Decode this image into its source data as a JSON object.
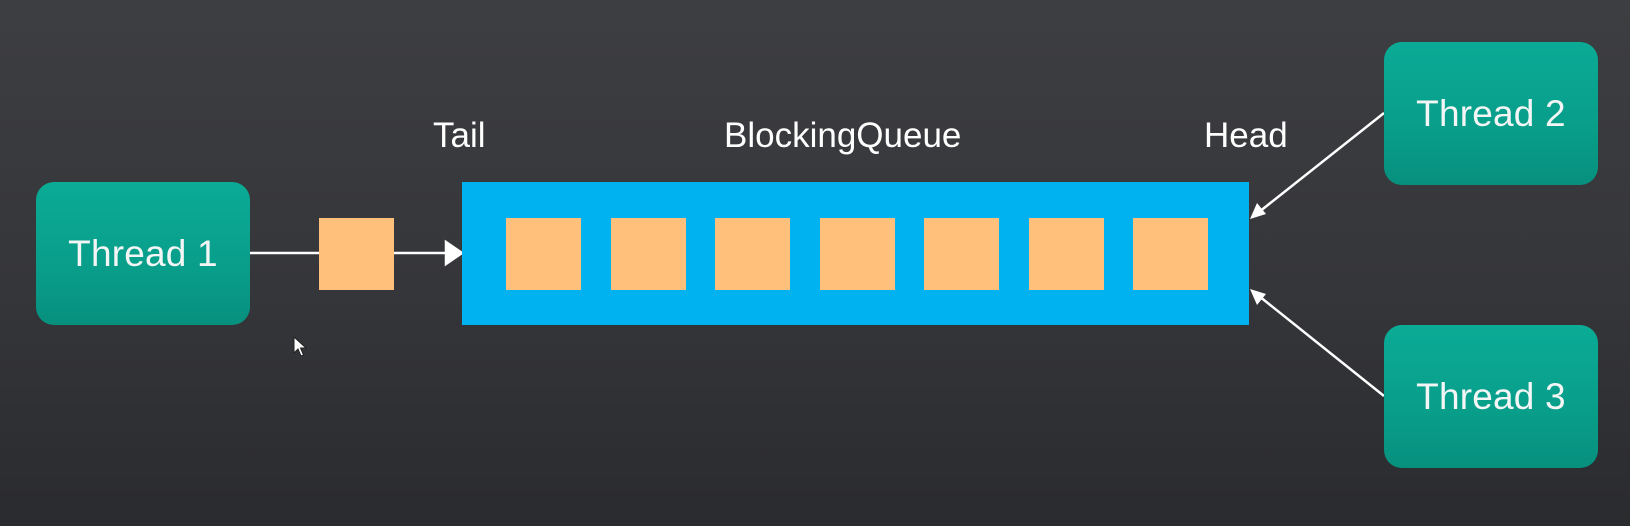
{
  "diagram": {
    "threads": {
      "producer": "Thread 1",
      "consumer_top": "Thread 2",
      "consumer_bottom": "Thread 3"
    },
    "labels": {
      "tail": "Tail",
      "queue": "BlockingQueue",
      "head": "Head"
    },
    "queue_item_count": 7,
    "incoming_item_count": 1,
    "colors": {
      "background": "#3a3b3e",
      "thread_box": "#09a58f",
      "queue": "#00b2ef",
      "item": "#fec07a",
      "arrow": "#ffffff",
      "text": "#ffffff"
    }
  }
}
